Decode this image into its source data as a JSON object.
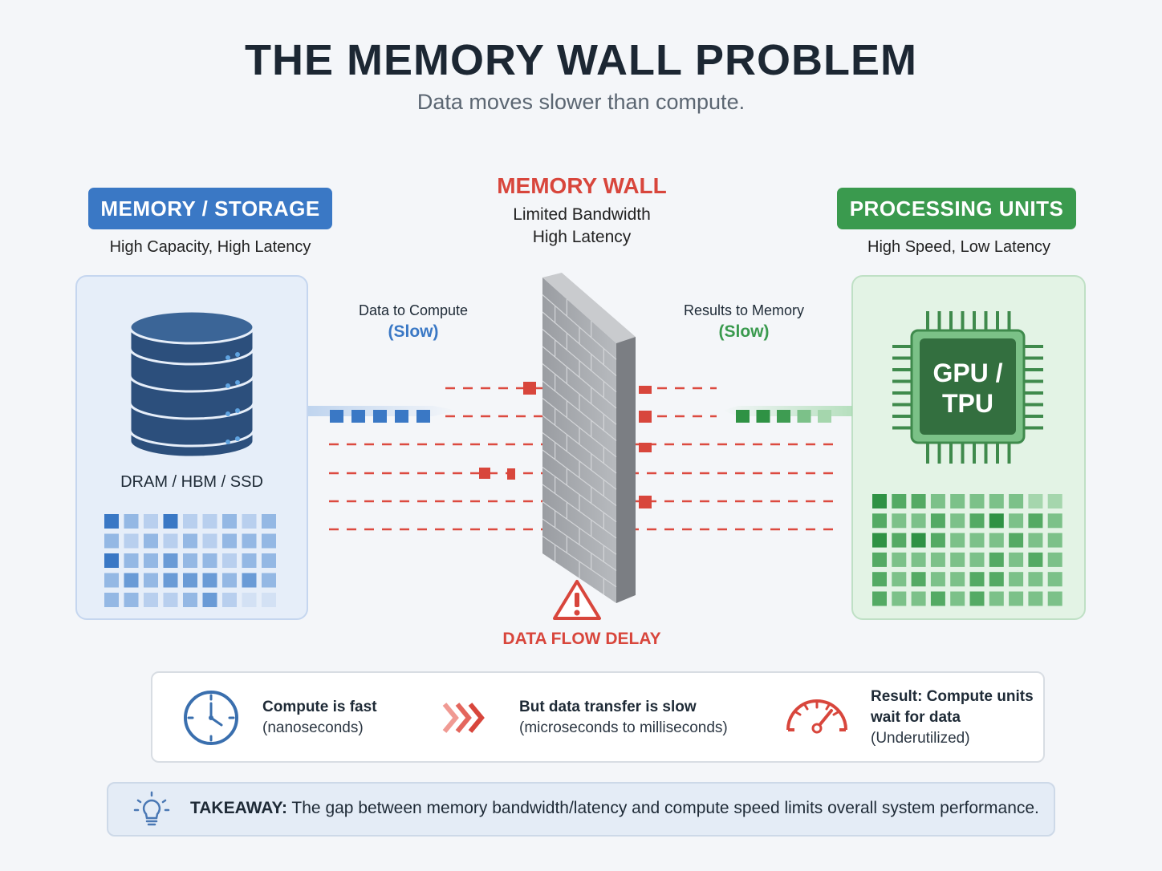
{
  "header": {
    "title": "THE MEMORY WALL PROBLEM",
    "subtitle": "Data moves slower than compute."
  },
  "memory": {
    "label": "MEMORY / STORAGE",
    "subtitle": "High Capacity, High Latency",
    "storage_types": "DRAM / HBM / SSD",
    "icon": "database-icon",
    "color": "#3a78c5"
  },
  "wall": {
    "title": "MEMORY WALL",
    "line1": "Limited Bandwidth",
    "line2": "High Latency",
    "warning": "DATA FLOW DELAY",
    "icon": "warning-icon",
    "color": "#d8463c"
  },
  "processing": {
    "label": "PROCESSING UNITS",
    "subtitle": "High Speed, Low Latency",
    "chip_label_line1": "GPU /",
    "chip_label_line2": "TPU",
    "icon": "chip-icon",
    "color": "#3a9a4e"
  },
  "flows": {
    "to_compute": {
      "label": "Data to Compute",
      "speed": "(Slow)"
    },
    "to_memory": {
      "label": "Results to Memory",
      "speed": "(Slow)"
    }
  },
  "facts": [
    {
      "icon": "clock-icon",
      "bold": "Compute is fast",
      "detail": "(nanoseconds)"
    },
    {
      "icon": "chevrons-right-icon",
      "bold": "But data transfer is slow",
      "detail": "(microseconds to milliseconds)"
    },
    {
      "icon": "speedometer-icon",
      "bold_line1": "Result: Compute units",
      "bold_line2": "wait for data",
      "detail": "(Underutilized)"
    }
  ],
  "takeaway": {
    "icon": "lightbulb-icon",
    "label": "TAKEAWAY:",
    "text": " The gap between memory bandwidth/latency and compute speed limits overall system performance."
  }
}
